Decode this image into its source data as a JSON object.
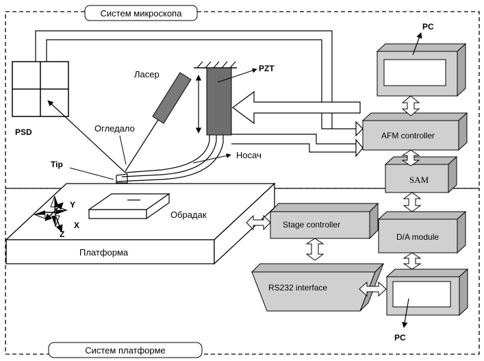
{
  "systems": {
    "microscope": "Систем микроскопа",
    "platform": "Систем платформе"
  },
  "optics": {
    "laser": "Ласер",
    "mirror": "Огледало",
    "cantilever": "Носач",
    "psd": "PSD",
    "pzt": "PZT",
    "tip": "Tip"
  },
  "stage": {
    "platform": "Платформа",
    "sample": "Обрадак",
    "axis_x": "X",
    "axis_y": "Y",
    "axis_z": "Z"
  },
  "blocks": {
    "pc_top": "PC",
    "afm_controller": "AFM controller",
    "sam": "SAM",
    "da_module": "D/A module",
    "stage_controller": "Stage controller",
    "rs232": "RS232 interface",
    "pc_bottom": "PC"
  },
  "colors": {
    "block_face": "#d0d0d0",
    "block_side": "#a6a6a6",
    "block_top": "#bdbdbd",
    "pzt_fill": "#6e6e6e",
    "laser_fill": "#7a7a7a"
  }
}
